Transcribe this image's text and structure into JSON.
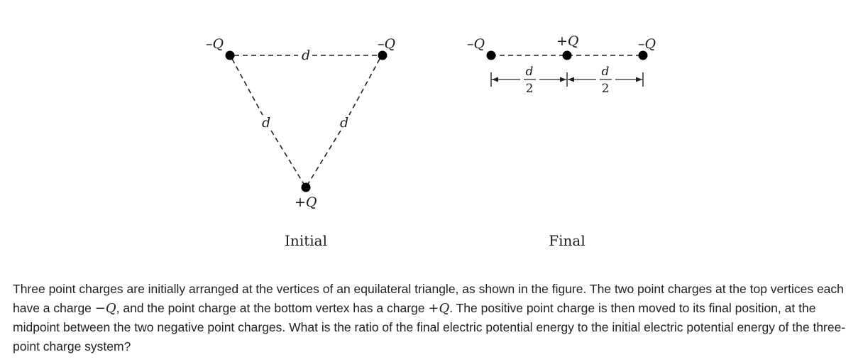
{
  "figure": {
    "initial": {
      "caption": "Initial",
      "top_left_charge": "–Q",
      "top_right_charge": "–Q",
      "bottom_charge": "+Q",
      "top_side_label": "d",
      "left_side_label": "d",
      "right_side_label": "d"
    },
    "final": {
      "caption": "Final",
      "left_charge": "–Q",
      "middle_charge": "+Q",
      "right_charge": "–Q",
      "left_half_num": "d",
      "left_half_den": "2",
      "right_half_num": "d",
      "right_half_den": "2"
    }
  },
  "question": {
    "part1": "Three point charges are initially arranged at the vertices of an equilateral triangle, as shown in the figure. The two point charges at the top vertices each have a charge ",
    "neg_charge": "−Q",
    "part2": ", and the point charge at the bottom vertex has a charge ",
    "pos_charge": "+Q",
    "part3": ". The positive point charge is then moved to its final position, at the midpoint between the two negative point charges. What is the ratio of the final electric potential energy to the initial electric potential energy of the three-point charge system?"
  }
}
